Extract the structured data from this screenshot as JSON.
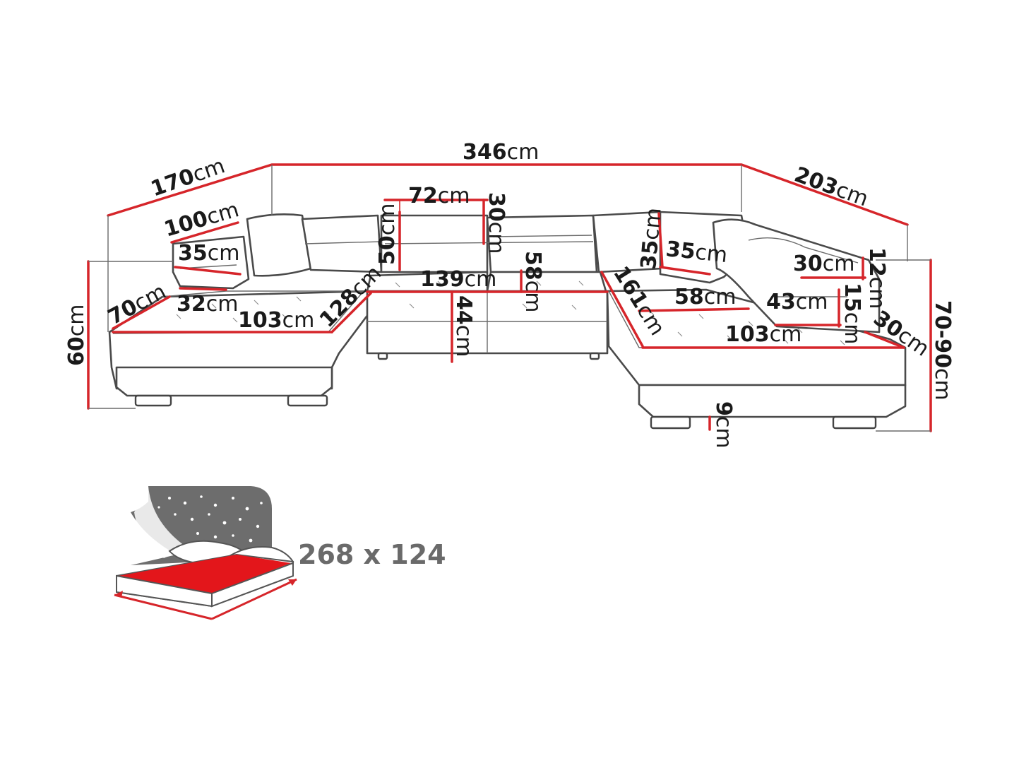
{
  "dimensions": {
    "total_width": {
      "value": "346",
      "unit": "cm"
    },
    "left_depth": {
      "value": "170",
      "unit": "cm"
    },
    "right_depth": {
      "value": "203",
      "unit": "cm"
    },
    "left_armrest_length": {
      "value": "100",
      "unit": "cm"
    },
    "left_armrest_width": {
      "value": "35",
      "unit": "cm"
    },
    "left_lounge_depth": {
      "value": "70",
      "unit": "cm"
    },
    "left_seat_depth": {
      "value": "32",
      "unit": "cm"
    },
    "left_lounge_width": {
      "value": "103",
      "unit": "cm"
    },
    "left_lounge_length": {
      "value": "128",
      "unit": "cm"
    },
    "height_left": {
      "value": "60",
      "unit": "cm"
    },
    "headrest_width": {
      "value": "72",
      "unit": "cm"
    },
    "headrest_height": {
      "value": "30",
      "unit": "cm"
    },
    "back_height": {
      "value": "50",
      "unit": "cm"
    },
    "middle_width": {
      "value": "139",
      "unit": "cm"
    },
    "middle_seat_depth": {
      "value": "58",
      "unit": "cm"
    },
    "seat_height": {
      "value": "44",
      "unit": "cm"
    },
    "right_back_height": {
      "value": "35",
      "unit": "cm"
    },
    "right_back_width": {
      "value": "35",
      "unit": "cm"
    },
    "right_chaise_length": {
      "value": "161",
      "unit": "cm"
    },
    "right_seat_depth": {
      "value": "58",
      "unit": "cm"
    },
    "right_lounge_width": {
      "value": "103",
      "unit": "cm"
    },
    "right_armrest_width": {
      "value": "30",
      "unit": "cm"
    },
    "right_armrest_height": {
      "value": "12",
      "unit": "cm"
    },
    "right_arm_length": {
      "value": "43",
      "unit": "cm"
    },
    "right_arm_height": {
      "value": "15",
      "unit": "cm"
    },
    "right_arm_depth": {
      "value": "30",
      "unit": "cm"
    },
    "height_right": {
      "value": "70-90",
      "unit": "cm"
    },
    "leg_height": {
      "value": "9",
      "unit": "cm"
    }
  },
  "sleeping_area": {
    "label": "268 x 124"
  },
  "colors": {
    "accent": "#d6252a",
    "outline": "#4a4a4a",
    "bed_surface": "#e3161b",
    "headboard": "#6d6d6d"
  }
}
